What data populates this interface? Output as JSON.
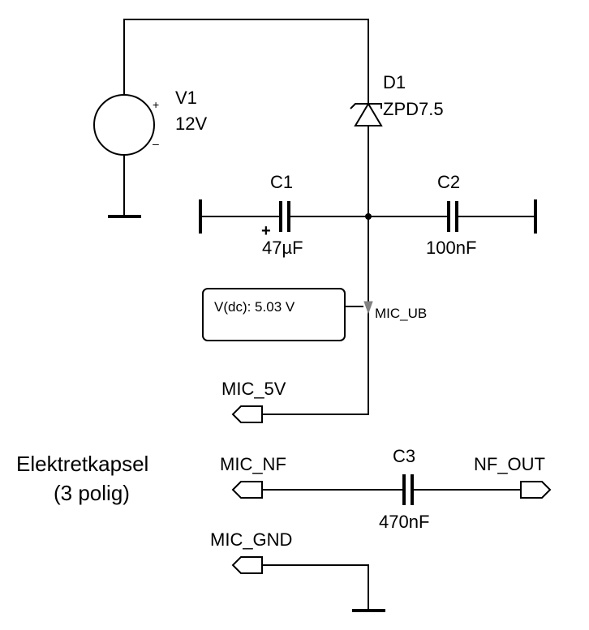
{
  "sources": {
    "v1": {
      "ref": "V1",
      "value": "12V",
      "plus": "+",
      "minus": "–"
    }
  },
  "diodes": {
    "d1": {
      "ref": "D1",
      "value": "ZPD7.5"
    }
  },
  "capacitors": {
    "c1": {
      "ref": "C1",
      "value": "47µF",
      "polarity": "+"
    },
    "c2": {
      "ref": "C2",
      "value": "100nF"
    },
    "c3": {
      "ref": "C3",
      "value": "470nF"
    }
  },
  "probe": {
    "readout": "V(dc): 5.03 V",
    "net": "MIC_UB"
  },
  "ports": {
    "mic_5v": "MIC_5V",
    "mic_nf": "MIC_NF",
    "nf_out": "NF_OUT",
    "mic_gnd": "MIC_GND"
  },
  "component_label": {
    "line1": "Elektretkapsel",
    "line2": "(3 polig)"
  }
}
